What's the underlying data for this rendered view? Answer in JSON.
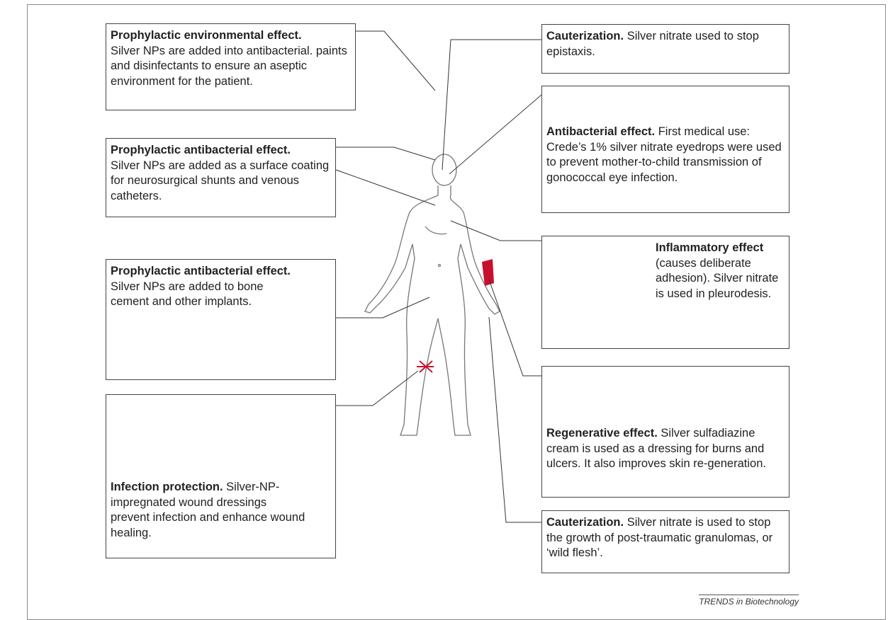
{
  "boxes": {
    "env": {
      "title": "Prophylactic environmental effect.",
      "text": "Silver NPs  are added into antibacterial. paints and disinfectants to ensure an aseptic environment for the patient."
    },
    "antibac_coating": {
      "title": "Prophylactic antibacterial effect.",
      "text": "Silver NPs are added as a surface coating for neurosurgical shunts and venous catheters."
    },
    "antibac_bone": {
      "title": "Prophylactic antibacterial effect.",
      "text": "Silver NPs are added to bone cement and other implants."
    },
    "infection": {
      "title": "Infection protection.",
      "text": " Silver-NP-impregnated wound dressings prevent infection and enhance wound healing."
    },
    "cauter_epistaxis": {
      "title": "Cauterization.",
      "text": "Silver nitrate used to stop epistaxis."
    },
    "eye": {
      "title": "Antibacterial effect.",
      "text": "First medical use: Crede’s 1% silver nitrate eyedrops were used to prevent mother-to-child transmission of gonococcal eye infection."
    },
    "inflammatory": {
      "title": "Inflammatory effect",
      "text": "(causes deliberate adhesion).  Silver nitrate is used in pleurodesis."
    },
    "regenerative": {
      "title": "Regenerative effect.",
      "text": "Silver sulfadiazine cream is used as a dressing for burns and ulcers.  It also improves skin re-generation."
    },
    "cauter_granuloma": {
      "title": "Cauterization.",
      "text": " Silver nitrate is used to stop the growth of post-traumatic granulomas, or ‘wild flesh’."
    }
  },
  "credit": "TRENDS in Biotechnology",
  "colors": {
    "box_border": "#444444",
    "line": "#333333",
    "bone": "#5aa8e6",
    "wound_red": "#c8102e",
    "dressing": "#f3d77a"
  }
}
